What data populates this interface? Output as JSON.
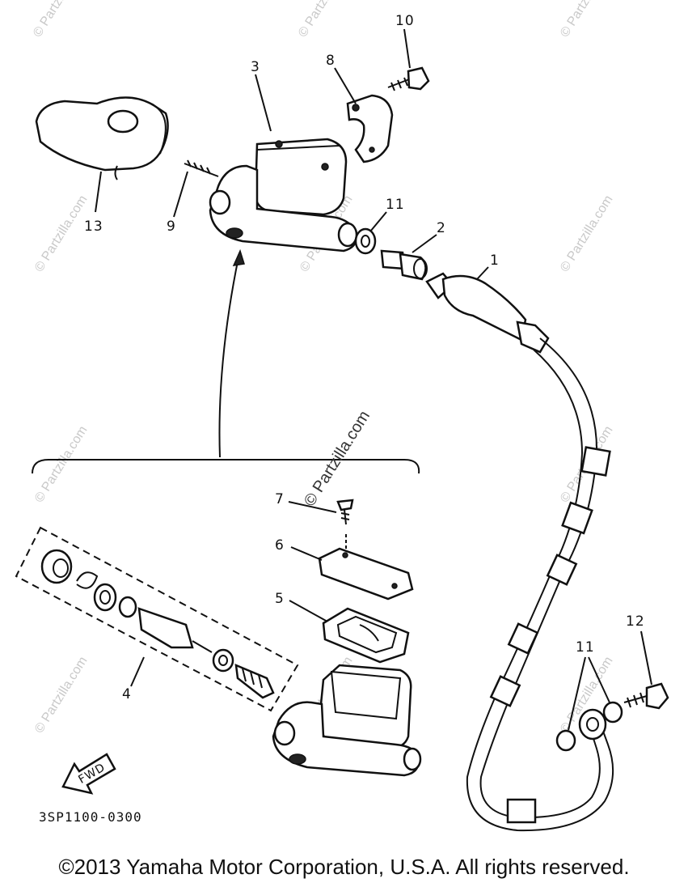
{
  "diagram": {
    "callouts": {
      "c1": "1",
      "c2": "2",
      "c3": "3",
      "c4": "4",
      "c5": "5",
      "c6": "6",
      "c7": "7",
      "c8": "8",
      "c9": "9",
      "c10": "10",
      "c11a": "11",
      "c11b": "11",
      "c12": "12",
      "c13": "13"
    },
    "fwd_label": "FWD",
    "part_code": "3SP1100-0300",
    "watermark": "© Partzilla.com"
  },
  "footer": {
    "copyright": "©2013  Yamaha Motor Corporation, U.S.A. All rights reserved."
  }
}
